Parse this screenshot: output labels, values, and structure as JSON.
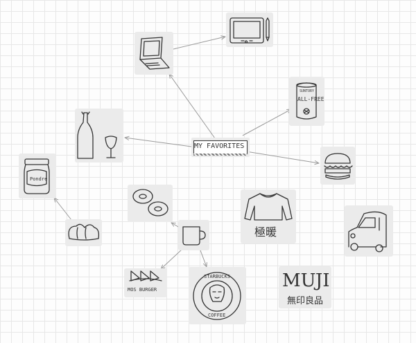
{
  "center_label": "MY FAVORITES",
  "labels": {
    "drink_brand": "SUNTORY",
    "drink_name": "ALL-FREE",
    "shirt_brand": "極暖",
    "burger_shop": "MOS BURGER",
    "coffee_top": "STARBUCKS",
    "coffee_bottom": "COFFEE",
    "muji_latin": "MUJI",
    "muji_kanji": "無印良品",
    "jar_brand": "Pondre"
  },
  "colors": {
    "board": "#fdfdfd",
    "grid": "#e7e7e7",
    "card": "#ebebeb",
    "ink": "#333333",
    "link": "#9a9a9a",
    "label_stripe": "#777777"
  },
  "icons": [
    "tablet-icon",
    "laptop-icon",
    "beer-can-icon",
    "wine-bottle-glass-icon",
    "burger-icon",
    "jar-icon",
    "donuts-icon",
    "shirt-icon",
    "car-icon",
    "bread-icon",
    "coffee-cup-icon",
    "mos-burger-logo-icon",
    "starbucks-logo-icon",
    "muji-logo-icon"
  ]
}
